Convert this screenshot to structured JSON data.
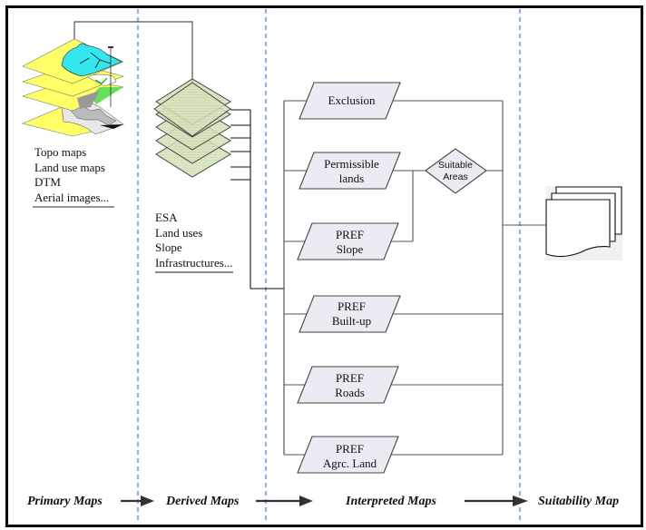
{
  "primary_maps": {
    "items": [
      "Topo maps",
      "Land use maps",
      "DTM",
      "Aerial images..."
    ]
  },
  "derived_maps": {
    "items": [
      "ESA",
      "Land uses",
      "Slope",
      "Infrastructures..."
    ]
  },
  "interpreted_maps": [
    {
      "line1": "Exclusion",
      "line2": ""
    },
    {
      "line1": "Permissible",
      "line2": "lands"
    },
    {
      "line1": "PREF",
      "line2": "Slope"
    },
    {
      "line1": "PREF",
      "line2": "Built-up"
    },
    {
      "line1": "PREF",
      "line2": "Roads"
    },
    {
      "line1": "PREF",
      "line2": "Agrc. Land"
    }
  ],
  "decision": {
    "line1": "Suitable",
    "line2": "Areas"
  },
  "stages": [
    "Primary Maps",
    "Derived Maps",
    "Interpreted Maps",
    "Suitability Map"
  ],
  "colors": {
    "divider": "#8fb4e3",
    "layer_fill": "#d6e3bc",
    "parallelogram_fill": "#ecebf3",
    "map_yellow": "#ffff66",
    "map_cyan": "#33e6f0",
    "map_green": "#66e05a"
  }
}
